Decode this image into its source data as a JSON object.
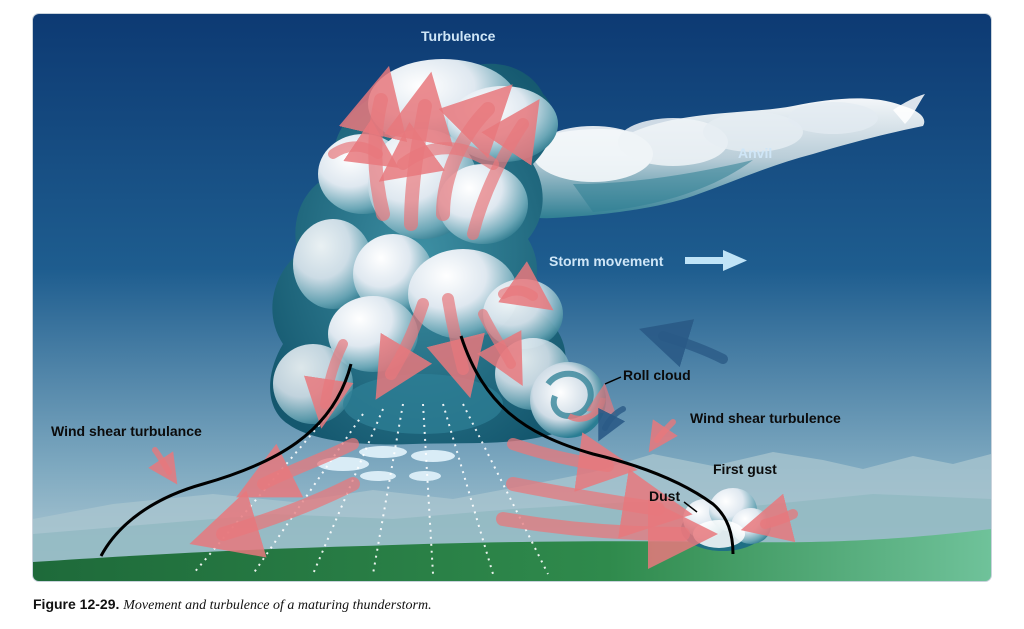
{
  "labels": {
    "turbulence": "Turbulence",
    "anvil": "Anvil",
    "storm_movement": "Storm movement",
    "roll_cloud": "Roll cloud",
    "wind_shear_left": "Wind shear turbulance",
    "wind_shear_right": "Wind shear turbulence",
    "first_gust": "First gust",
    "dust": "Dust"
  },
  "caption": {
    "number": "Figure 12-29.",
    "text": "Movement and turbulence of a maturing thunderstorm."
  },
  "colors": {
    "sky_top": "#0d3a73",
    "sky_bottom": "#b7cfd9",
    "ground": "#2f8a4c",
    "cloud_light": "#ffffff",
    "cloud_shadow": "#1f7a8c",
    "arrow_red": "#e7787c",
    "arrow_movement": "#bfe3f7",
    "gust_line": "#000000"
  }
}
